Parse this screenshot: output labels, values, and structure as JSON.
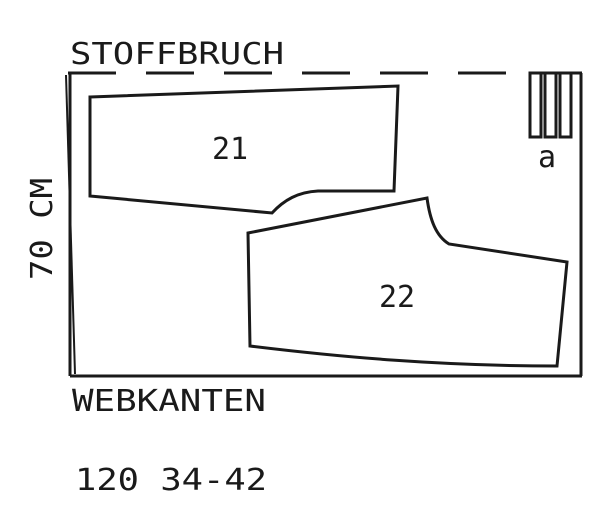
{
  "labels": {
    "fold": "STOFFBRUCH",
    "selvedge": "WEBKANTEN",
    "width": "70 CM",
    "size": "120 34-42"
  },
  "pieces": [
    {
      "id": "21",
      "label": "21"
    },
    {
      "id": "22",
      "label": "22"
    },
    {
      "id": "a",
      "label": "a"
    }
  ],
  "colors": {
    "line": "#1a1a1a",
    "background": "#ffffff"
  }
}
